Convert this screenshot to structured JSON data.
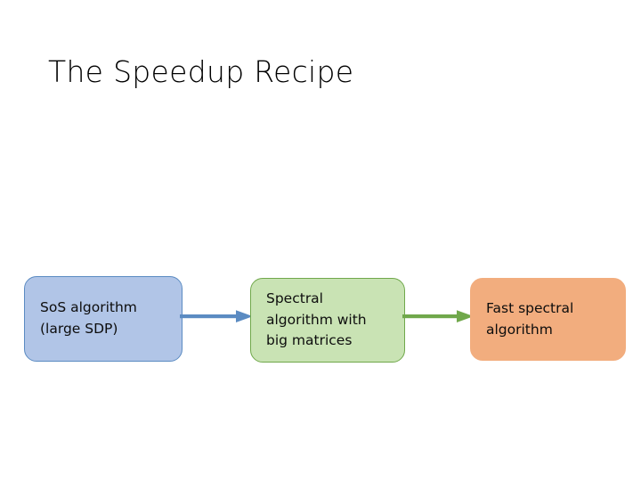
{
  "slide": {
    "title": "The Speedup Recipe",
    "background_color": "#FFFFFF"
  },
  "diagram": {
    "type": "flowchart",
    "orientation": "left-to-right",
    "nodes": [
      {
        "id": "sos",
        "label": "SoS algorithm\n(large SDP)",
        "fill_color": "#B1C5E7",
        "border_color": "#5B8BC2",
        "text_color": "#0D0D0D"
      },
      {
        "id": "spectral",
        "label": "Spectral\nalgorithm with\nbig matrices",
        "fill_color": "#C9E3B4",
        "border_color": "#70A84B",
        "text_color": "#0D0D0D"
      },
      {
        "id": "fast",
        "label": "Fast spectral\nalgorithm",
        "fill_color": "#F2AD7E",
        "border_color": "#F2AD7E",
        "text_color": "#0D0D0D"
      }
    ],
    "edges": [
      {
        "id": "sos-to-spectral",
        "from": "sos",
        "to": "spectral",
        "color": "#5B8BC2",
        "label": ""
      },
      {
        "id": "spectral-to-fast",
        "from": "spectral",
        "to": "fast",
        "color": "#70A84B",
        "label": ""
      }
    ]
  }
}
